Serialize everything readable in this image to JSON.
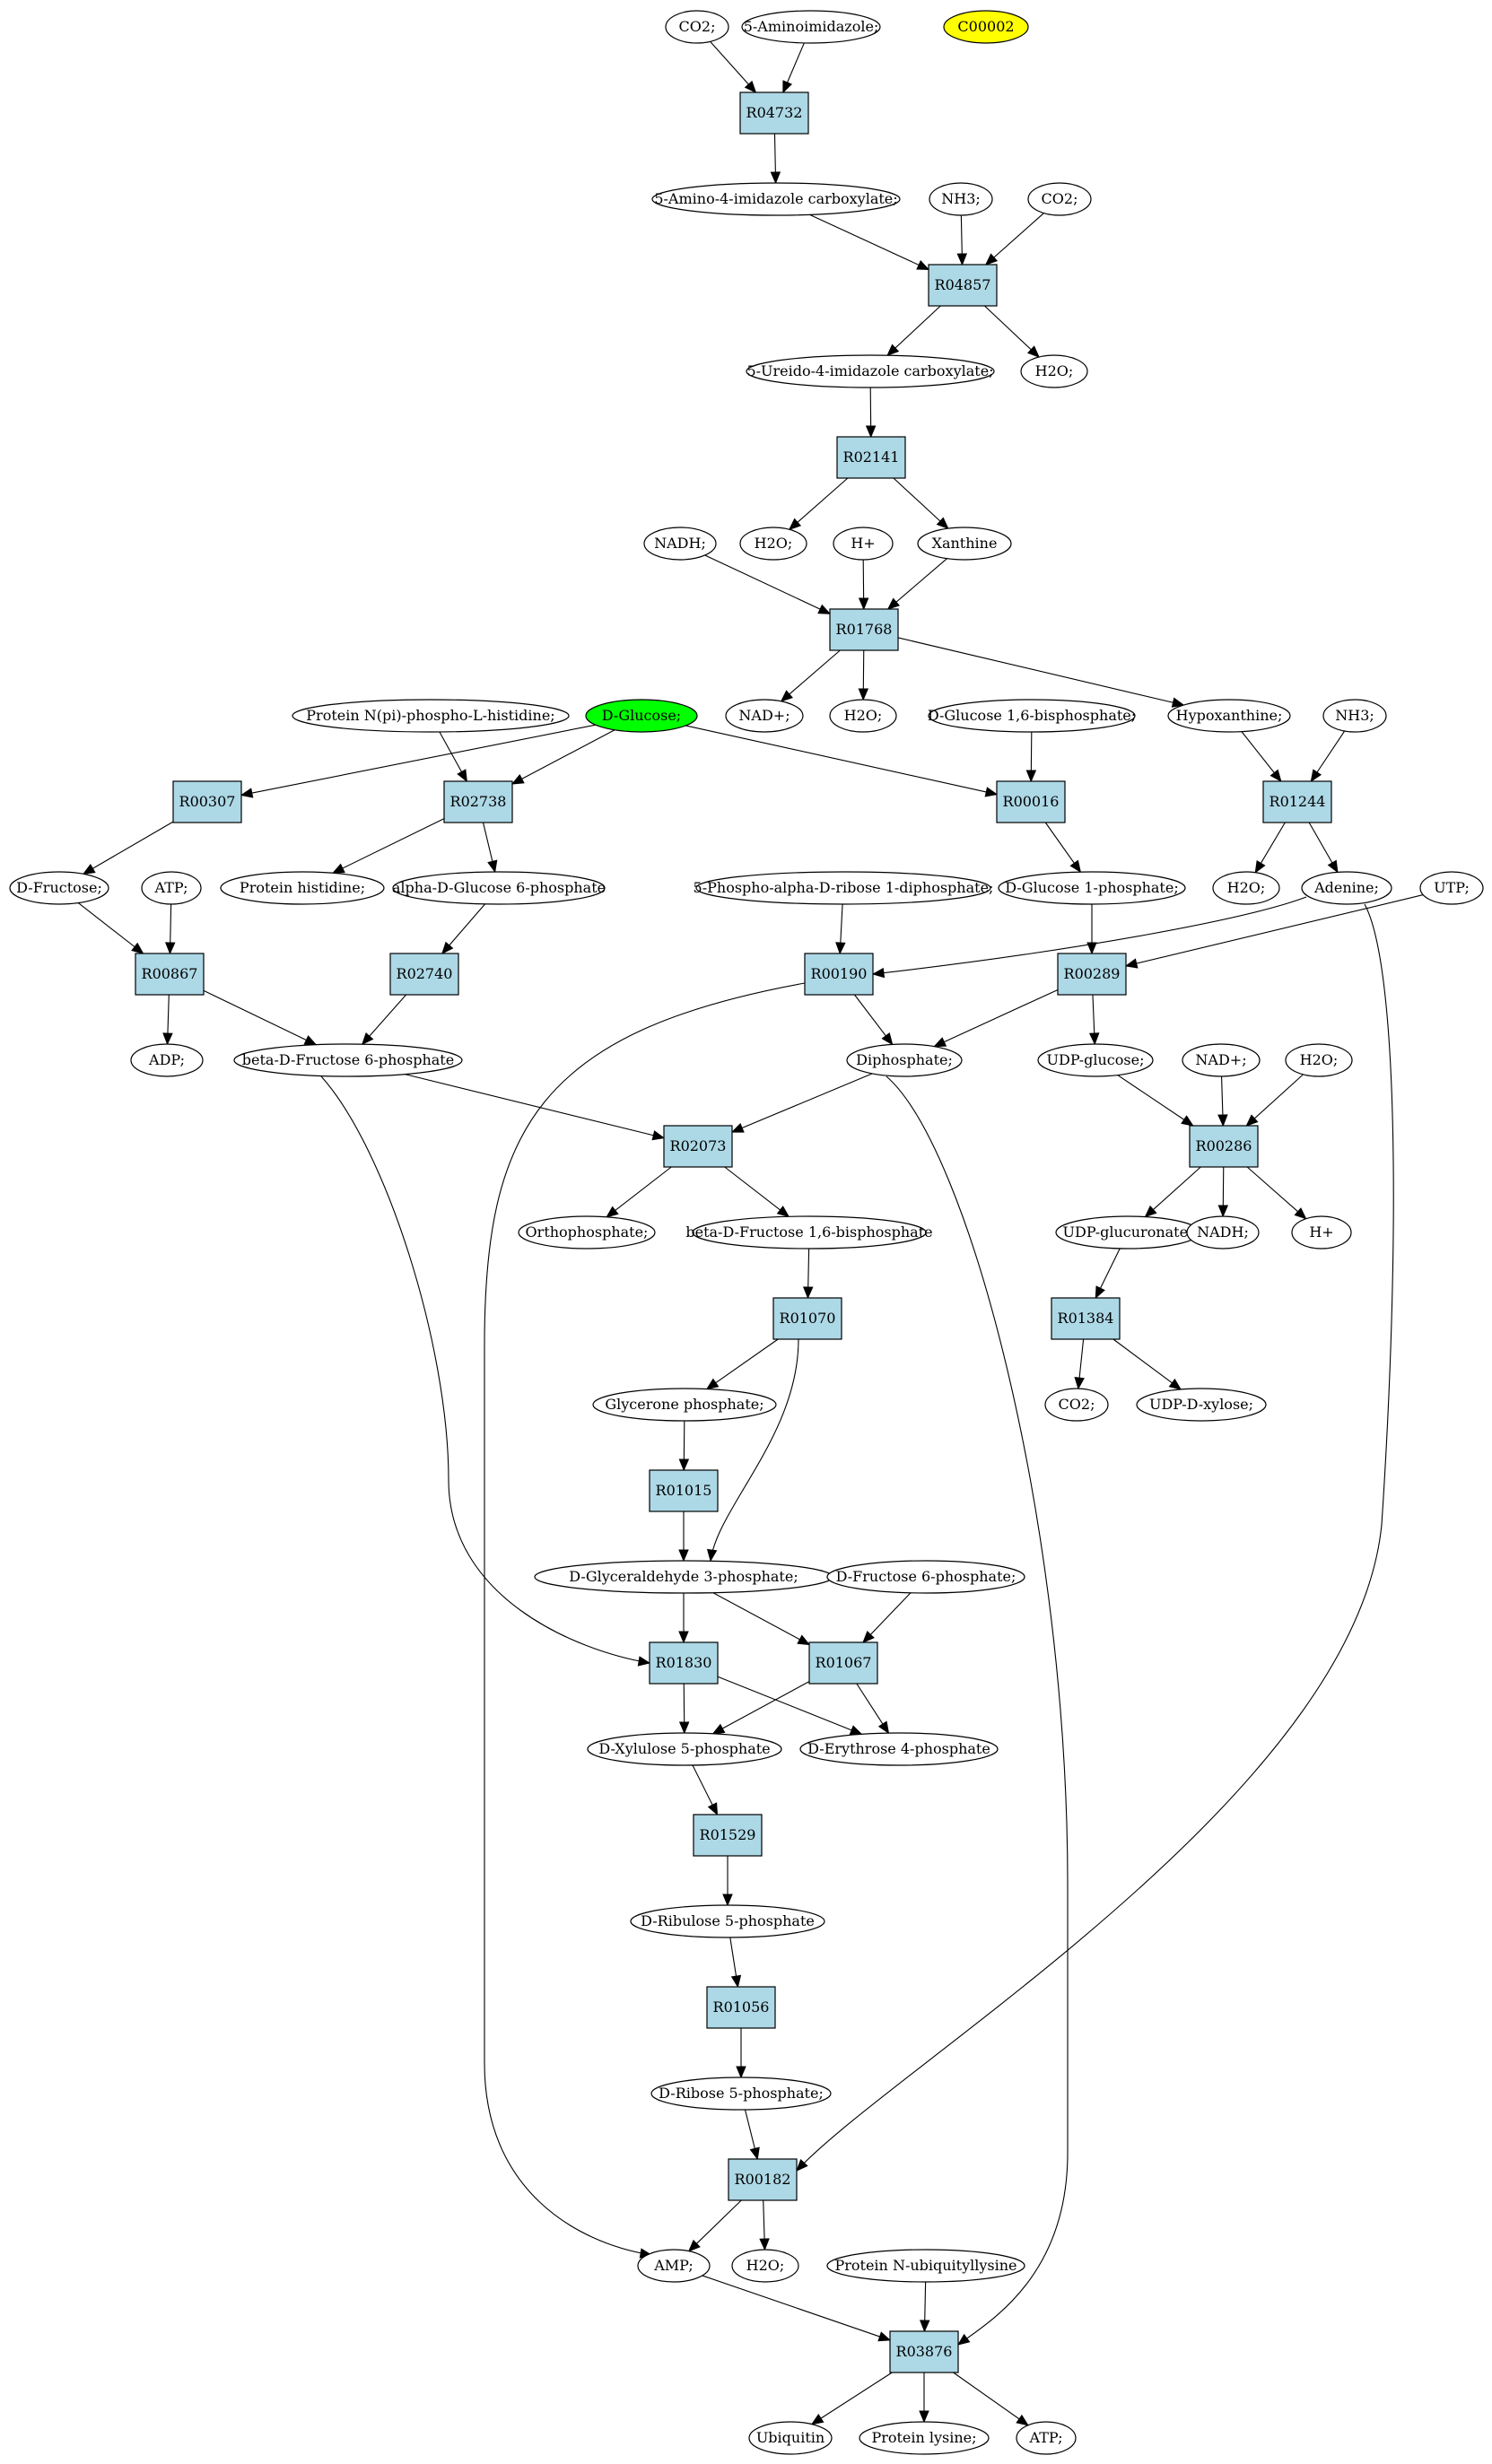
{
  "colors": {
    "reaction_fill": "#add8e6",
    "compound_fill": "#ffffff",
    "start_compound_fill": "#00ff00",
    "target_compound_fill": "#ffff00",
    "stroke": "#000000"
  },
  "nodes": {
    "co2_a": {
      "label": "CO2;",
      "kind": "compound"
    },
    "aminoimidazole": {
      "label": "5-Aminoimidazole;",
      "kind": "compound"
    },
    "c00002": {
      "label": "C00002",
      "kind": "compound",
      "highlight": "target"
    },
    "r04732": {
      "label": "R04732",
      "kind": "reaction"
    },
    "amino_imid_carbox": {
      "label": "5-Amino-4-imidazole carboxylate;",
      "kind": "compound"
    },
    "nh3_a": {
      "label": "NH3;",
      "kind": "compound"
    },
    "co2_b": {
      "label": "CO2;",
      "kind": "compound"
    },
    "r04857": {
      "label": "R04857",
      "kind": "reaction"
    },
    "ureido_imid_carbox": {
      "label": "5-Ureido-4-imidazole carboxylate;",
      "kind": "compound"
    },
    "h2o_a": {
      "label": "H2O;",
      "kind": "compound"
    },
    "r02141": {
      "label": "R02141",
      "kind": "reaction"
    },
    "nadh_a": {
      "label": "NADH;",
      "kind": "compound"
    },
    "h2o_b": {
      "label": "H2O;",
      "kind": "compound"
    },
    "hplus_a": {
      "label": "H+",
      "kind": "compound"
    },
    "xanthine": {
      "label": "Xanthine",
      "kind": "compound"
    },
    "r01768": {
      "label": "R01768",
      "kind": "reaction"
    },
    "nadplus_a": {
      "label": "NAD+;",
      "kind": "compound"
    },
    "h2o_c": {
      "label": "H2O;",
      "kind": "compound"
    },
    "hypoxanthine": {
      "label": "Hypoxanthine;",
      "kind": "compound"
    },
    "protein_phosphohis": {
      "label": "Protein N(pi)-phospho-L-histidine;",
      "kind": "compound"
    },
    "d_glucose": {
      "label": "D-Glucose;",
      "kind": "compound",
      "highlight": "start"
    },
    "glc16bp": {
      "label": "D-Glucose 1,6-bisphosphate;",
      "kind": "compound"
    },
    "nh3_b": {
      "label": "NH3;",
      "kind": "compound"
    },
    "r00307": {
      "label": "R00307",
      "kind": "reaction"
    },
    "r02738": {
      "label": "R02738",
      "kind": "reaction"
    },
    "r00016": {
      "label": "R00016",
      "kind": "reaction"
    },
    "r01244": {
      "label": "R01244",
      "kind": "reaction"
    },
    "d_fructose": {
      "label": "D-Fructose;",
      "kind": "compound"
    },
    "atp_a": {
      "label": "ATP;",
      "kind": "compound"
    },
    "protein_histidine": {
      "label": "Protein histidine;",
      "kind": "compound"
    },
    "a_glc6p": {
      "label": "alpha-D-Glucose 6-phosphate",
      "kind": "compound"
    },
    "prpp": {
      "label": "5-Phospho-alpha-D-ribose 1-diphosphate;",
      "kind": "compound"
    },
    "glc1p": {
      "label": "D-Glucose 1-phosphate;",
      "kind": "compound"
    },
    "h2o_d": {
      "label": "H2O;",
      "kind": "compound"
    },
    "adenine": {
      "label": "Adenine;",
      "kind": "compound"
    },
    "utp": {
      "label": "UTP;",
      "kind": "compound"
    },
    "r00867": {
      "label": "R00867",
      "kind": "reaction"
    },
    "r02740": {
      "label": "R02740",
      "kind": "reaction"
    },
    "r00190": {
      "label": "R00190",
      "kind": "reaction"
    },
    "r00289": {
      "label": "R00289",
      "kind": "reaction"
    },
    "adp": {
      "label": "ADP;",
      "kind": "compound"
    },
    "b_fru6p": {
      "label": "beta-D-Fructose 6-phosphate",
      "kind": "compound"
    },
    "diphosphate": {
      "label": "Diphosphate;",
      "kind": "compound"
    },
    "udp_glucose": {
      "label": "UDP-glucose;",
      "kind": "compound"
    },
    "nadplus_b": {
      "label": "NAD+;",
      "kind": "compound"
    },
    "h2o_e": {
      "label": "H2O;",
      "kind": "compound"
    },
    "r02073": {
      "label": "R02073",
      "kind": "reaction"
    },
    "r00286": {
      "label": "R00286",
      "kind": "reaction"
    },
    "orthophosphate": {
      "label": "Orthophosphate;",
      "kind": "compound"
    },
    "b_fru16bp": {
      "label": "beta-D-Fructose 1,6-bisphosphate",
      "kind": "compound"
    },
    "udp_glucuronate": {
      "label": "UDP-glucuronate;",
      "kind": "compound"
    },
    "nadh_b": {
      "label": "NADH;",
      "kind": "compound"
    },
    "hplus_b": {
      "label": "H+",
      "kind": "compound"
    },
    "r01070": {
      "label": "R01070",
      "kind": "reaction"
    },
    "r01384": {
      "label": "R01384",
      "kind": "reaction"
    },
    "glycerone_p": {
      "label": "Glycerone phosphate;",
      "kind": "compound"
    },
    "co2_c": {
      "label": "CO2;",
      "kind": "compound"
    },
    "udp_xylose": {
      "label": "UDP-D-xylose;",
      "kind": "compound"
    },
    "r01015": {
      "label": "R01015",
      "kind": "reaction"
    },
    "gap": {
      "label": "D-Glyceraldehyde 3-phosphate;",
      "kind": "compound"
    },
    "fru6p": {
      "label": "D-Fructose 6-phosphate;",
      "kind": "compound"
    },
    "r01830": {
      "label": "R01830",
      "kind": "reaction"
    },
    "r01067": {
      "label": "R01067",
      "kind": "reaction"
    },
    "xylulose5p": {
      "label": "D-Xylulose 5-phosphate",
      "kind": "compound"
    },
    "erythrose4p": {
      "label": "D-Erythrose 4-phosphate",
      "kind": "compound"
    },
    "r01529": {
      "label": "R01529",
      "kind": "reaction"
    },
    "ribulose5p": {
      "label": "D-Ribulose 5-phosphate",
      "kind": "compound"
    },
    "r01056": {
      "label": "R01056",
      "kind": "reaction"
    },
    "ribose5p": {
      "label": "D-Ribose 5-phosphate;",
      "kind": "compound"
    },
    "r00182": {
      "label": "R00182",
      "kind": "reaction"
    },
    "amp": {
      "label": "AMP;",
      "kind": "compound"
    },
    "h2o_f": {
      "label": "H2O;",
      "kind": "compound"
    },
    "protein_ubiq_lys": {
      "label": "Protein N-ubiquityllysine",
      "kind": "compound"
    },
    "r03876": {
      "label": "R03876",
      "kind": "reaction"
    },
    "ubiquitin": {
      "label": "Ubiquitin",
      "kind": "compound"
    },
    "protein_lysine": {
      "label": "Protein lysine;",
      "kind": "compound"
    },
    "atp_b": {
      "label": "ATP;",
      "kind": "compound"
    }
  },
  "edges": [
    [
      "co2_a",
      "r04732"
    ],
    [
      "aminoimidazole",
      "r04732"
    ],
    [
      "r04732",
      "amino_imid_carbox"
    ],
    [
      "amino_imid_carbox",
      "r04857"
    ],
    [
      "nh3_a",
      "r04857"
    ],
    [
      "co2_b",
      "r04857"
    ],
    [
      "r04857",
      "ureido_imid_carbox"
    ],
    [
      "r04857",
      "h2o_a"
    ],
    [
      "ureido_imid_carbox",
      "r02141"
    ],
    [
      "r02141",
      "h2o_b"
    ],
    [
      "r02141",
      "xanthine"
    ],
    [
      "nadh_a",
      "r01768"
    ],
    [
      "hplus_a",
      "r01768"
    ],
    [
      "xanthine",
      "r01768"
    ],
    [
      "r01768",
      "nadplus_a"
    ],
    [
      "r01768",
      "h2o_c"
    ],
    [
      "r01768",
      "hypoxanthine"
    ],
    [
      "d_glucose",
      "r00307"
    ],
    [
      "d_glucose",
      "r02738"
    ],
    [
      "protein_phosphohis",
      "r02738"
    ],
    [
      "d_glucose",
      "r00016"
    ],
    [
      "glc16bp",
      "r00016"
    ],
    [
      "hypoxanthine",
      "r01244"
    ],
    [
      "nh3_b",
      "r01244"
    ],
    [
      "r00307",
      "d_fructose"
    ],
    [
      "r02738",
      "protein_histidine"
    ],
    [
      "r02738",
      "a_glc6p"
    ],
    [
      "r00016",
      "glc1p"
    ],
    [
      "r01244",
      "h2o_d"
    ],
    [
      "r01244",
      "adenine"
    ],
    [
      "d_fructose",
      "r00867"
    ],
    [
      "atp_a",
      "r00867"
    ],
    [
      "a_glc6p",
      "r02740"
    ],
    [
      "prpp",
      "r00190"
    ],
    [
      "adenine",
      "r00190"
    ],
    [
      "glc1p",
      "r00289"
    ],
    [
      "utp",
      "r00289"
    ],
    [
      "r00867",
      "adp"
    ],
    [
      "r00867",
      "b_fru6p"
    ],
    [
      "r02740",
      "b_fru6p"
    ],
    [
      "r00190",
      "diphosphate"
    ],
    [
      "r00289",
      "diphosphate"
    ],
    [
      "r00289",
      "udp_glucose"
    ],
    [
      "b_fru6p",
      "r02073"
    ],
    [
      "diphosphate",
      "r02073"
    ],
    [
      "udp_glucose",
      "r00286"
    ],
    [
      "nadplus_b",
      "r00286"
    ],
    [
      "h2o_e",
      "r00286"
    ],
    [
      "r02073",
      "orthophosphate"
    ],
    [
      "r02073",
      "b_fru16bp"
    ],
    [
      "r00286",
      "udp_glucuronate"
    ],
    [
      "r00286",
      "nadh_b"
    ],
    [
      "r00286",
      "hplus_b"
    ],
    [
      "b_fru16bp",
      "r01070"
    ],
    [
      "udp_glucuronate",
      "r01384"
    ],
    [
      "r01070",
      "glycerone_p"
    ],
    [
      "r01384",
      "co2_c"
    ],
    [
      "r01384",
      "udp_xylose"
    ],
    [
      "glycerone_p",
      "r01015"
    ],
    [
      "r01015",
      "gap"
    ],
    [
      "r01070",
      "gap"
    ],
    [
      "gap",
      "r01830"
    ],
    [
      "b_fru6p",
      "r01830"
    ],
    [
      "gap",
      "r01067"
    ],
    [
      "fru6p",
      "r01067"
    ],
    [
      "r01830",
      "xylulose5p"
    ],
    [
      "r01830",
      "erythrose4p"
    ],
    [
      "r01067",
      "xylulose5p"
    ],
    [
      "r01067",
      "erythrose4p"
    ],
    [
      "xylulose5p",
      "r01529"
    ],
    [
      "r01529",
      "ribulose5p"
    ],
    [
      "ribulose5p",
      "r01056"
    ],
    [
      "r01056",
      "ribose5p"
    ],
    [
      "ribose5p",
      "r00182"
    ],
    [
      "adenine",
      "r00182"
    ],
    [
      "r00182",
      "amp"
    ],
    [
      "r00182",
      "h2o_f"
    ],
    [
      "r00190",
      "amp"
    ],
    [
      "amp",
      "r03876"
    ],
    [
      "protein_ubiq_lys",
      "r03876"
    ],
    [
      "diphosphate",
      "r03876"
    ],
    [
      "r03876",
      "ubiquitin"
    ],
    [
      "r03876",
      "protein_lysine"
    ],
    [
      "r03876",
      "atp_b"
    ]
  ]
}
